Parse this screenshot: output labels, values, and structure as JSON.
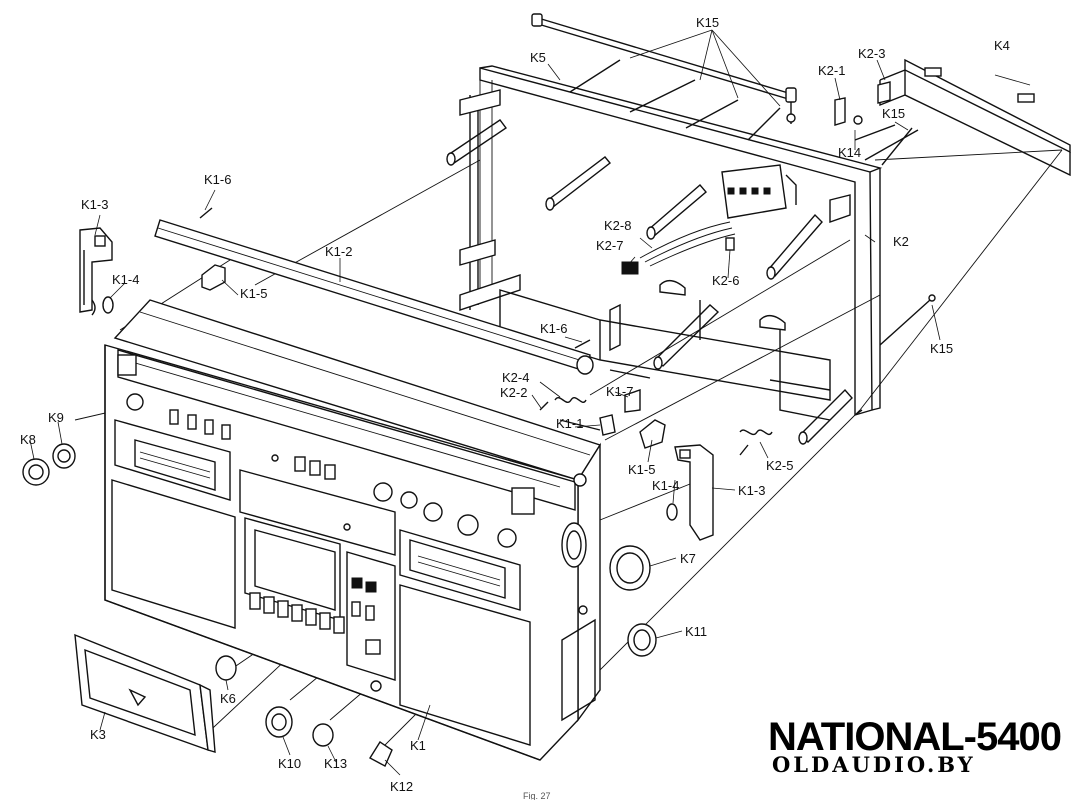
{
  "diagram": {
    "type": "exploded-view",
    "subject": "Cassette radio recorder cabinet parts",
    "labels": {
      "k15_top": "K15",
      "k5": "K5",
      "k2_3": "K2-3",
      "k4": "K4",
      "k2_1": "K2-1",
      "k15_right": "K15",
      "k14": "K14",
      "k1_6_top": "K1-6",
      "k1_3_left": "K1-3",
      "k1_2": "K1-2",
      "k1_4_left": "K1-4",
      "k1_5_left": "K1-5",
      "k2_8": "K2-8",
      "k2_7": "K2-7",
      "k2_6": "K2-6",
      "k2": "K2",
      "k1_6_mid": "K1-6",
      "k15_lower": "K15",
      "k2_4": "K2-4",
      "k2_2": "K2-2",
      "k1_7": "K1-7",
      "k1_1": "K1-1",
      "k9": "K9",
      "k8": "K8",
      "k2_5": "K2-5",
      "k1_5_right": "K1-5",
      "k1_4_right": "K1-4",
      "k1_3_right": "K1-3",
      "k7": "K7",
      "k11": "K11",
      "k6": "K6",
      "k3": "K3",
      "k10": "K10",
      "k13": "K13",
      "k1": "K1",
      "k12": "K12"
    },
    "caption": "Fig. 27"
  },
  "watermark": {
    "title": "NATIONAL-5400",
    "site": "OLDAUDIO.BY"
  }
}
